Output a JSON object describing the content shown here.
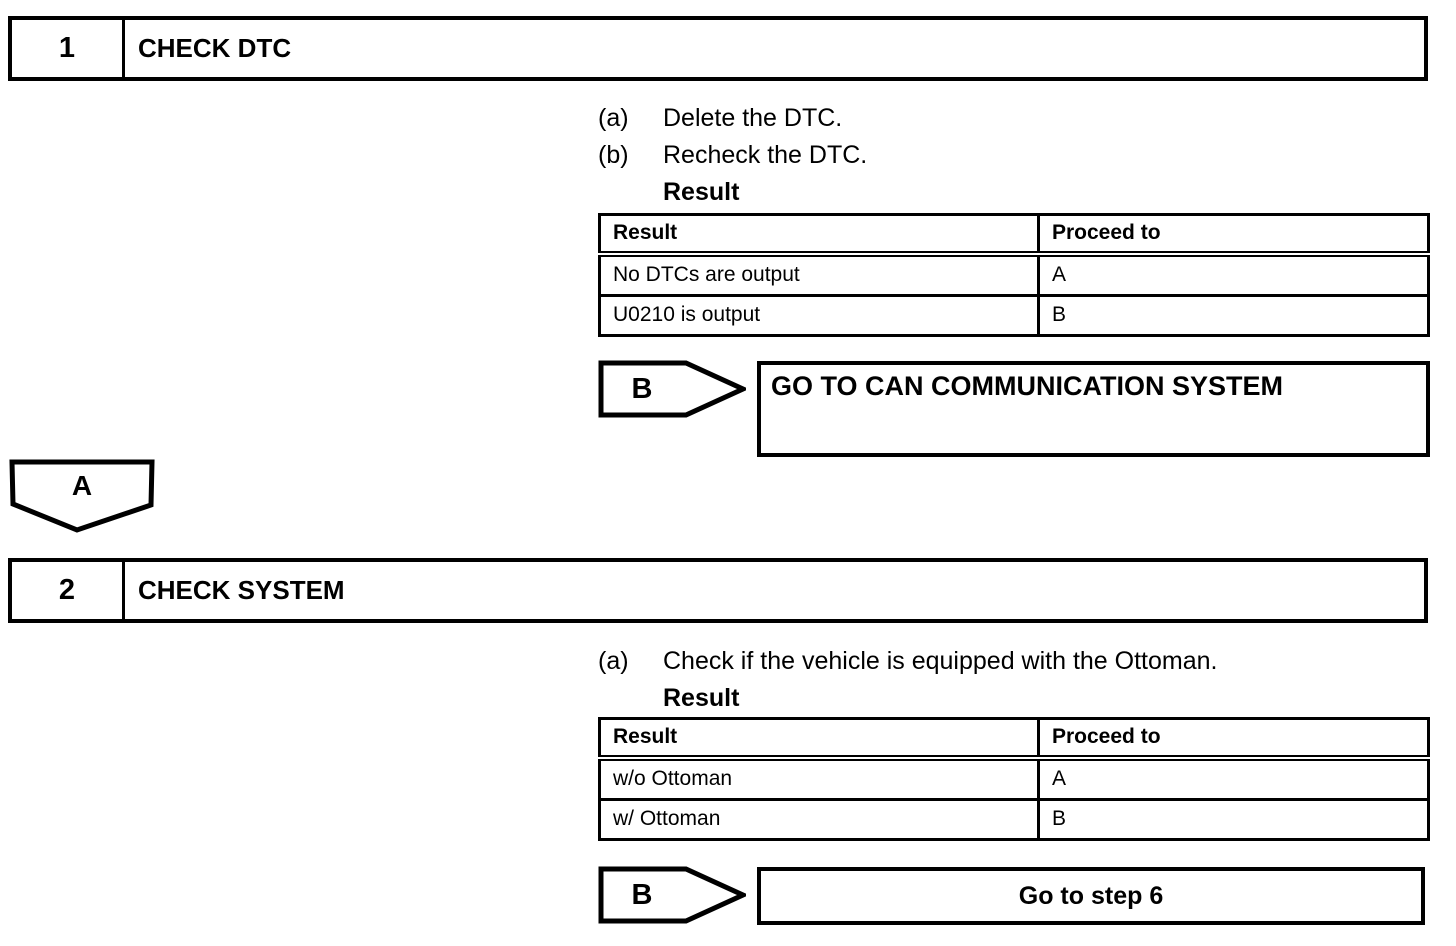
{
  "page": {
    "background": "#ffffff",
    "ink": "#000000"
  },
  "steps": [
    {
      "number": "1",
      "title": "CHECK DTC",
      "substeps": [
        {
          "marker": "(a)",
          "text": "Delete the DTC."
        },
        {
          "marker": "(b)",
          "text": "Recheck the DTC."
        }
      ],
      "result_label": "Result",
      "table": {
        "headers": [
          "Result",
          "Proceed to"
        ],
        "rows": [
          [
            "No DTCs are output",
            "A"
          ],
          [
            "U0210 is output",
            "B"
          ]
        ]
      },
      "branch_label": "B",
      "branch_action": "GO TO CAN COMMUNICATION SYSTEM"
    },
    {
      "number": "2",
      "title": "CHECK SYSTEM",
      "substeps": [
        {
          "marker": "(a)",
          "text": "Check if the vehicle is equipped with the Ottoman."
        }
      ],
      "result_label": "Result",
      "table": {
        "headers": [
          "Result",
          "Proceed to"
        ],
        "rows": [
          [
            "w/o Ottoman",
            "A"
          ],
          [
            "w/ Ottoman",
            "B"
          ]
        ]
      },
      "branch_label": "B",
      "branch_action": "Go to step 6"
    }
  ],
  "connector_label": "A"
}
